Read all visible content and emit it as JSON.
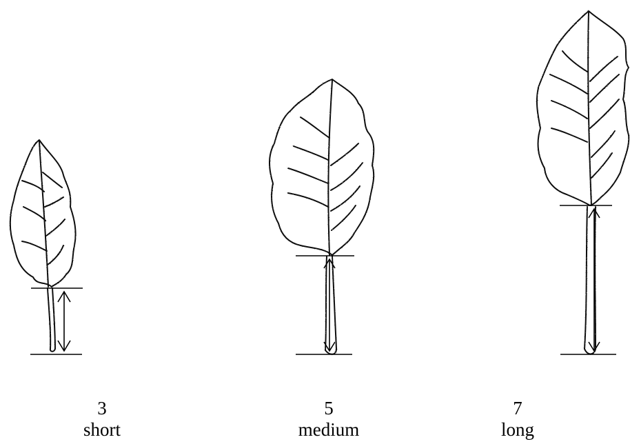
{
  "leaves": [
    {
      "code": "3",
      "label": "short"
    },
    {
      "code": "5",
      "label": "medium"
    },
    {
      "code": "7",
      "label": "long"
    }
  ]
}
